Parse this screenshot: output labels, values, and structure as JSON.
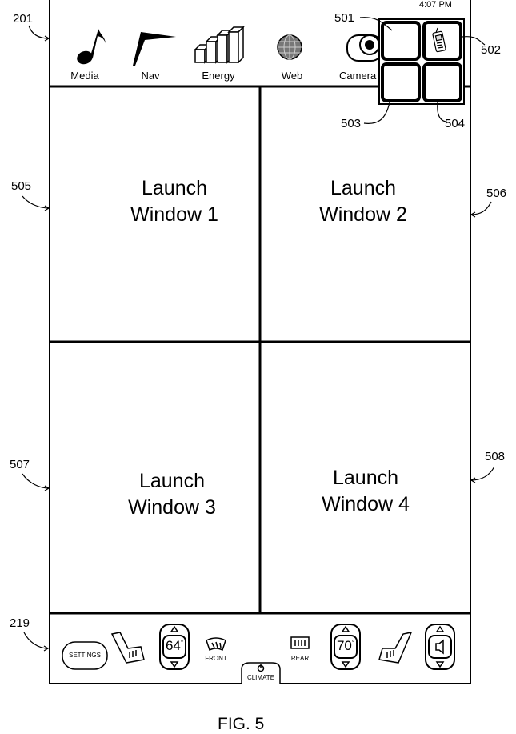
{
  "status": {
    "time": "4:07 PM"
  },
  "apps": [
    {
      "label": "Media",
      "icon": "music-note-icon"
    },
    {
      "label": "Nav",
      "icon": "nav-arrow-icon"
    },
    {
      "label": "Energy",
      "icon": "energy-bars-icon"
    },
    {
      "label": "Web",
      "icon": "globe-icon"
    },
    {
      "label": "Camera",
      "icon": "camera-icon"
    }
  ],
  "launcher_grid_icons": [
    "blank-tile",
    "phone-icon",
    "blank-tile",
    "blank-tile"
  ],
  "windows": [
    {
      "line1": "Launch",
      "line2": "Window 1"
    },
    {
      "line1": "Launch",
      "line2": "Window 2"
    },
    {
      "line1": "Launch",
      "line2": "Window 3"
    },
    {
      "line1": "Launch",
      "line2": "Window 4"
    }
  ],
  "climate": {
    "settings_label": "SETTINGS",
    "driver_temp": "64",
    "passenger_temp": "70",
    "degree_symbol": "°",
    "front_label": "FRONT",
    "rear_label": "REAR",
    "climate_label": "CLIMATE"
  },
  "refs": {
    "r201": "201",
    "r501": "501",
    "r502": "502",
    "r503": "503",
    "r504": "504",
    "r505": "505",
    "r506": "506",
    "r507": "507",
    "r508": "508",
    "r219": "219"
  },
  "figure_caption": "FIG. 5"
}
